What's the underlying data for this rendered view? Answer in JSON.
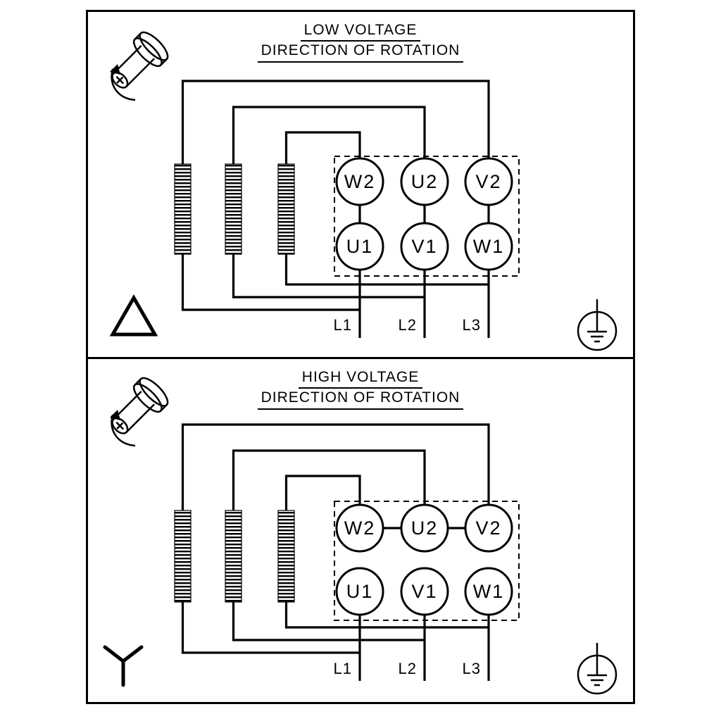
{
  "diagram": {
    "colors": {
      "line": "#000000",
      "background": "#ffffff"
    },
    "icons": {
      "rotation": "motor-shaft-rotation-icon",
      "low_voltage_connection": "delta-symbol",
      "high_voltage_connection": "star-symbol",
      "ground": "earth-ground-icon"
    },
    "panels": [
      {
        "title": "LOW VOLTAGE",
        "subtitle": "DIRECTION OF ROTATION",
        "connection": "delta",
        "terminals": {
          "top": [
            "W2",
            "U2",
            "V2"
          ],
          "bottom": [
            "U1",
            "V1",
            "W1"
          ]
        },
        "supply_lines": [
          "L1",
          "L2",
          "L3"
        ]
      },
      {
        "title": "HIGH VOLTAGE",
        "subtitle": "DIRECTION OF ROTATION",
        "connection": "star",
        "terminals": {
          "top": [
            "W2",
            "U2",
            "V2"
          ],
          "bottom": [
            "U1",
            "V1",
            "W1"
          ]
        },
        "supply_lines": [
          "L1",
          "L2",
          "L3"
        ]
      }
    ]
  }
}
